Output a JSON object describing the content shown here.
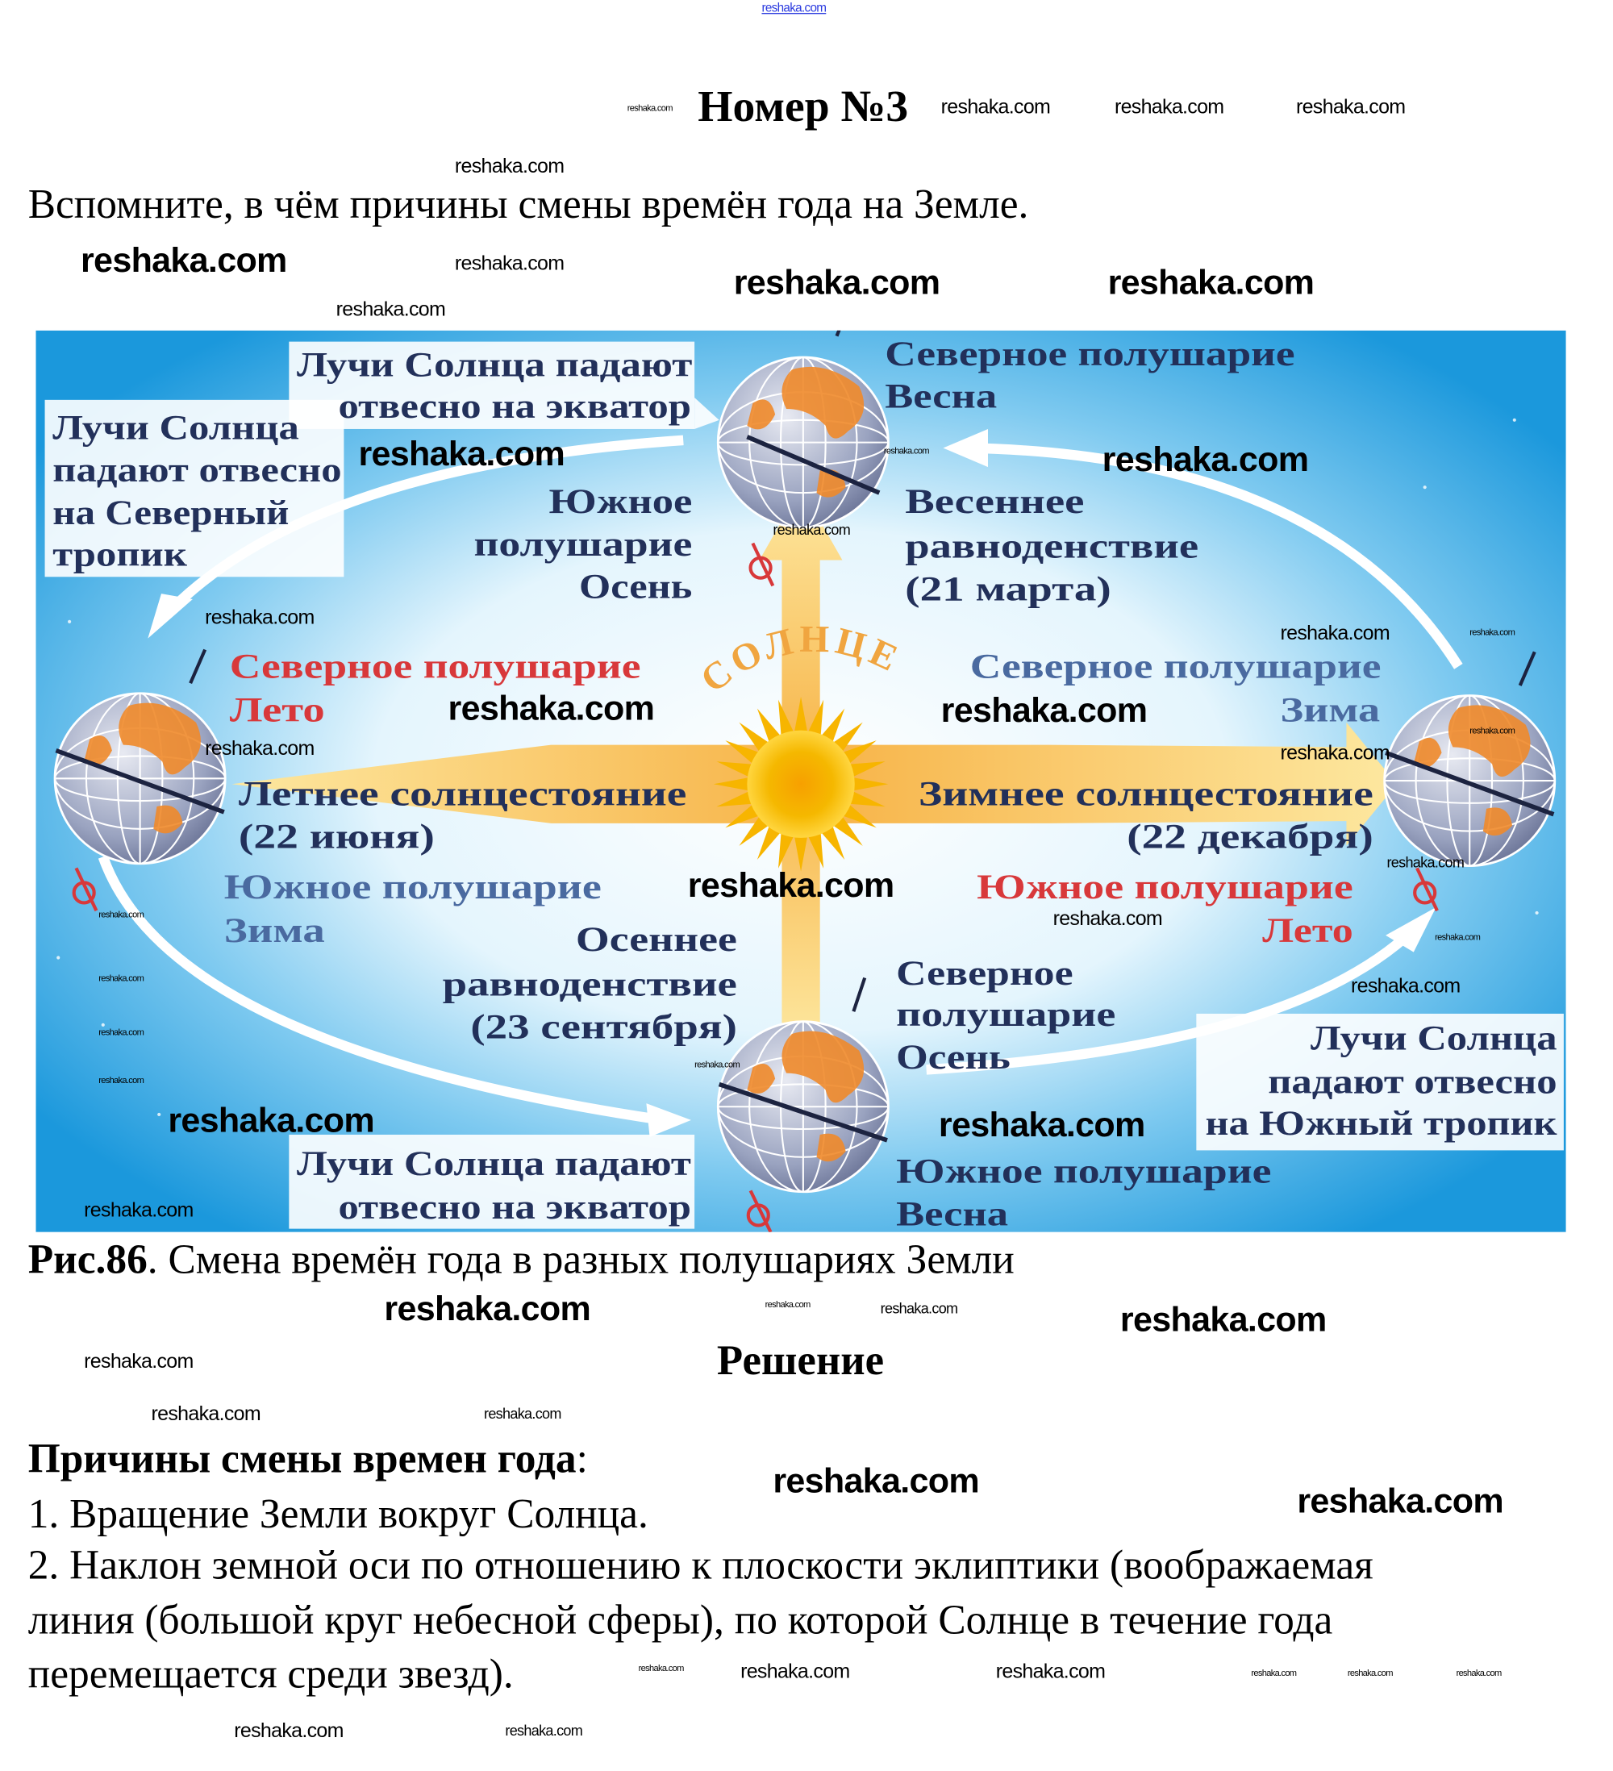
{
  "watermark": "reshaka.com",
  "header": {
    "title": "Номер №3",
    "question": "Вспомните, в чём причины смены времён года на Земле."
  },
  "figure": {
    "sun_label": "СОЛНЦЕ",
    "box_top": [
      "Лучи Солнца падают",
      "отвесно на экватор"
    ],
    "box_left": [
      "Лучи Солнца",
      "падают отвесно",
      "на Северный",
      "тропик"
    ],
    "box_right": [
      "Лучи Солнца",
      "падают отвесно",
      "на Южный тропик"
    ],
    "box_bottom": [
      "Лучи Солнца падают",
      "отвесно на экватор"
    ],
    "top_nh": [
      "Северное полушарие",
      "Весна"
    ],
    "top_event": [
      "Весеннее",
      "равноденствие",
      "(21 марта)"
    ],
    "top_sh": [
      "Южное",
      "полушарие",
      "Осень"
    ],
    "left_nh": [
      "Северное полушарие",
      "Лето"
    ],
    "left_event": [
      "Летнее солнцестояние",
      "(22 июня)"
    ],
    "left_sh": [
      "Южное полушарие",
      "Зима"
    ],
    "bottom_event": [
      "Осеннее",
      "равноденствие",
      "(23 сентября)"
    ],
    "right_nh": [
      "Северное полушарие",
      "Зима"
    ],
    "right_event": [
      "Зимнее солнцестояние",
      "(22 декабря)"
    ],
    "right_sh": [
      "Южное полушарие",
      "Лето"
    ],
    "bottom_nh": [
      "Северное",
      "полушарие",
      "Осень"
    ],
    "bottom_sh": [
      "Южное полушарие",
      "Весна"
    ],
    "colors": {
      "sky": "#1fa2e2",
      "orange": "#f5a623",
      "red": "#d8383a",
      "navy": "#22305a"
    }
  },
  "caption": {
    "number": "Рис.86",
    "text": ". Смена времён года в разных полушариях Земли"
  },
  "solution": {
    "heading": "Решение",
    "reasons_title": "Причины смены времен года",
    "colon": ":",
    "item1": "1. Вращение Земли вокруг Солнца.",
    "item2_lines": [
      "2. Наклон земной оси по отношению к плоскости эклиптики (воображаемая",
      "линия (большой круг небесной сферы), по которой Солнце в течение года",
      "перемещается среди звезд)."
    ]
  }
}
